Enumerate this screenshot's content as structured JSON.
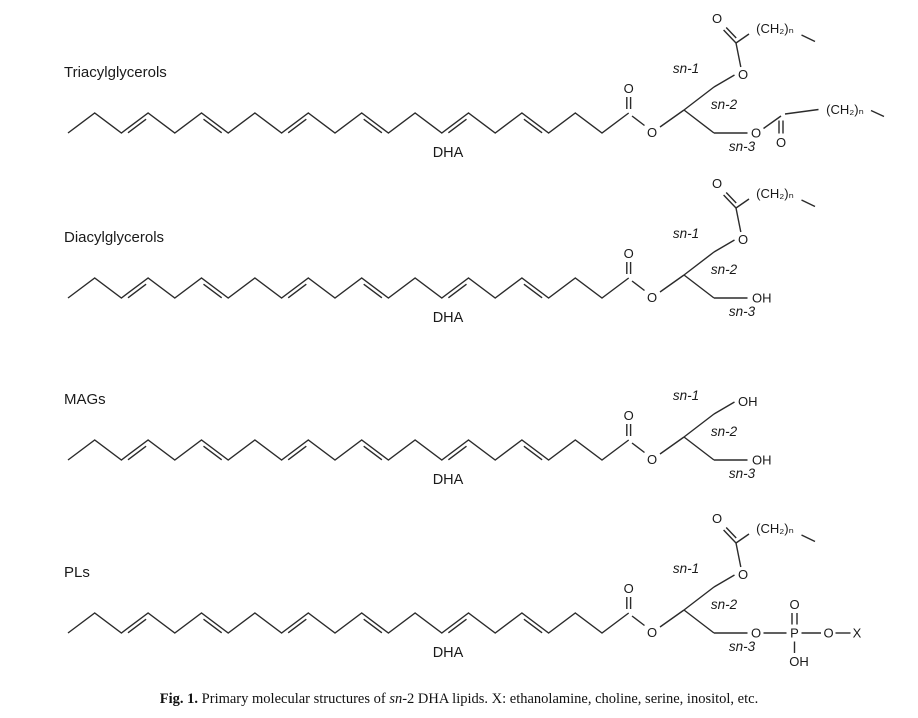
{
  "figure": {
    "colors": {
      "line": "#2b2b2b",
      "text": "#1a1a1a"
    },
    "structures": [
      {
        "name": "Triacylglycerols",
        "chain_label": "DHA",
        "sn1": "sn-1",
        "sn2": "sn-2",
        "sn3": "sn-3",
        "carbonyl_o": "O",
        "ester_o": "O",
        "sn1_o": "O",
        "sn3_o": "O",
        "sn1_acyl_o": "O",
        "sn1_acyl_chain": "(CH₂)ₙ",
        "sn3_acyl_o": "O",
        "sn3_acyl_chain": "(CH₂)ₙ"
      },
      {
        "name": "Diacylglycerols",
        "chain_label": "DHA",
        "sn1": "sn-1",
        "sn2": "sn-2",
        "sn3": "sn-3",
        "carbonyl_o": "O",
        "ester_o": "O",
        "sn1_o": "O",
        "sn1_acyl_o": "O",
        "sn1_acyl_chain": "(CH₂)ₙ",
        "sn3_oh": "OH"
      },
      {
        "name": "MAGs",
        "chain_label": "DHA",
        "sn1": "sn-1",
        "sn2": "sn-2",
        "sn3": "sn-3",
        "carbonyl_o": "O",
        "ester_o": "O",
        "sn1_oh": "OH",
        "sn3_oh": "OH"
      },
      {
        "name": "PLs",
        "chain_label": "DHA",
        "sn1": "sn-1",
        "sn2": "sn-2",
        "sn3": "sn-3",
        "carbonyl_o": "O",
        "ester_o": "O",
        "sn1_o": "O",
        "sn1_acyl_o": "O",
        "sn1_acyl_chain": "(CH₂)ₙ",
        "sn3_o": "O",
        "phosphate_p": "P",
        "phosphate_double_o": "O",
        "phosphate_bridge_o": "O",
        "phosphate_x": "X",
        "phosphate_oh": "OH"
      }
    ],
    "caption": {
      "label": "Fig. 1.",
      "before_italic": " Primary molecular structures of ",
      "italic": "sn",
      "after_italic": "-2 DHA lipids. X: ethanolamine, choline, serine, inositol, etc."
    }
  }
}
